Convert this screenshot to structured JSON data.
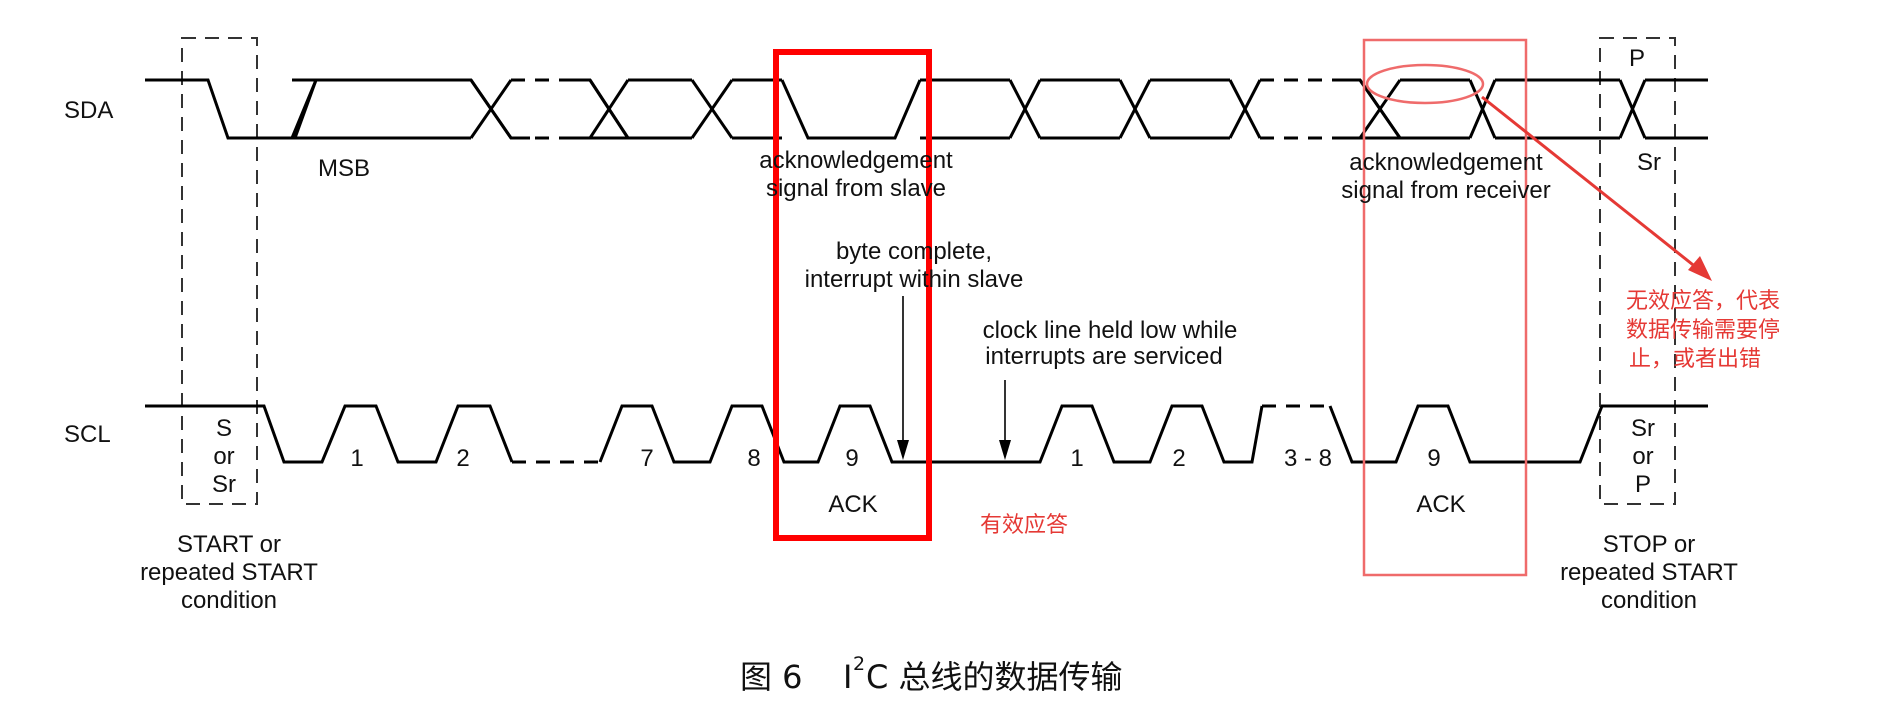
{
  "signals": {
    "sda": "SDA",
    "scl": "SCL"
  },
  "sda_labels": {
    "msb": "MSB",
    "ack_slave_1": "acknowledgement",
    "ack_slave_2": "signal from slave",
    "ack_receiver_1": "acknowledgement",
    "ack_receiver_2": "signal from receiver",
    "p": "P",
    "sr": "Sr"
  },
  "scl_labels": {
    "start_s": "S",
    "start_or": "or",
    "start_sr": "Sr",
    "bit1": "1",
    "bit2": "2",
    "bit7": "7",
    "bit8": "8",
    "bit9": "9",
    "b2_1": "1",
    "b2_2": "2",
    "b2_38": "3 - 8",
    "b2_9": "9",
    "stop_sr": "Sr",
    "stop_or": "or",
    "stop_p": "P",
    "ack1": "ACK",
    "ack2": "ACK"
  },
  "annotations": {
    "byte_complete_1": "byte complete,",
    "byte_complete_2": "interrupt within slave",
    "clock_held_1": "clock line held low while",
    "clock_held_2": "interrupts are serviced"
  },
  "conditions": {
    "start_1": "START or",
    "start_2": "repeated START",
    "start_3": "condition",
    "stop_1": "STOP or",
    "stop_2": "repeated START",
    "stop_3": "condition"
  },
  "red_notes": {
    "valid": "有效应答",
    "invalid_1": "无效应答，代表",
    "invalid_2": "数据传输需要停",
    "invalid_3": "止，或者出错"
  },
  "caption": {
    "prefix": "图 6",
    "i": "I",
    "sup": "2",
    "rest": "C 总线的数据传输"
  },
  "colors": {
    "highlight": "#ff0000",
    "highlight_soft": "#ef6b6b",
    "note": "#e53935"
  }
}
